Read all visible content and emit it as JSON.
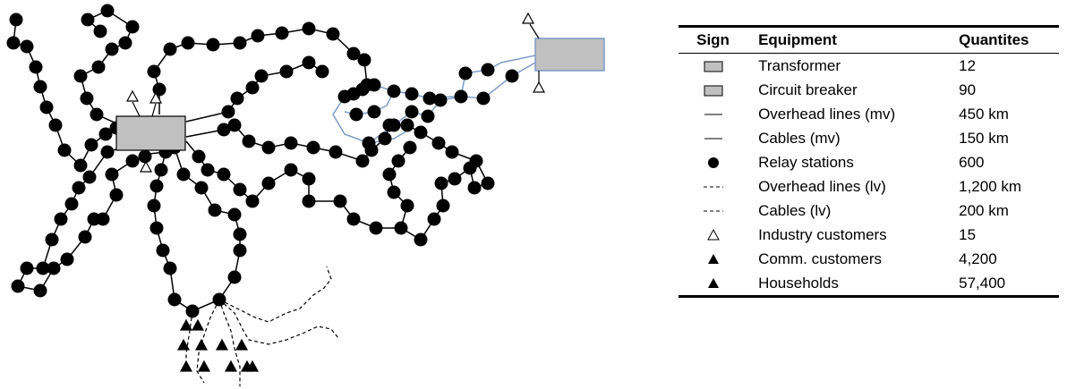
{
  "legend": {
    "headers": {
      "sign": "Sign",
      "equipment": "Equipment",
      "quantities": "Quantites"
    },
    "rows": [
      {
        "sign": "box-gray",
        "equipment": "Transformer",
        "quantity": "12"
      },
      {
        "sign": "box-gray",
        "equipment": "Circuit breaker",
        "quantity": "90"
      },
      {
        "sign": "solid-line",
        "equipment": "Overhead lines (mv)",
        "quantity": "450 km"
      },
      {
        "sign": "solid-line",
        "equipment": "Cables (mv)",
        "quantity": "150 km"
      },
      {
        "sign": "filled-circle",
        "equipment": "Relay stations",
        "quantity": "600"
      },
      {
        "sign": "dashed-line",
        "equipment": "Overhead lines (lv)",
        "quantity": "1,200 km"
      },
      {
        "sign": "dashed-line",
        "equipment": "Cables (lv)",
        "quantity": "200 km"
      },
      {
        "sign": "hollow-triangle",
        "equipment": "Industry customers",
        "quantity": "15"
      },
      {
        "sign": "filled-triangle",
        "equipment": "Comm. customers",
        "quantity": "4,200"
      },
      {
        "sign": "filled-triangle",
        "equipment": "Households",
        "quantity": "57,400"
      }
    ]
  },
  "colors": {
    "box_fill": "#c0c0c0",
    "second_network_line": "#7f9bc6",
    "line": "#000000"
  }
}
